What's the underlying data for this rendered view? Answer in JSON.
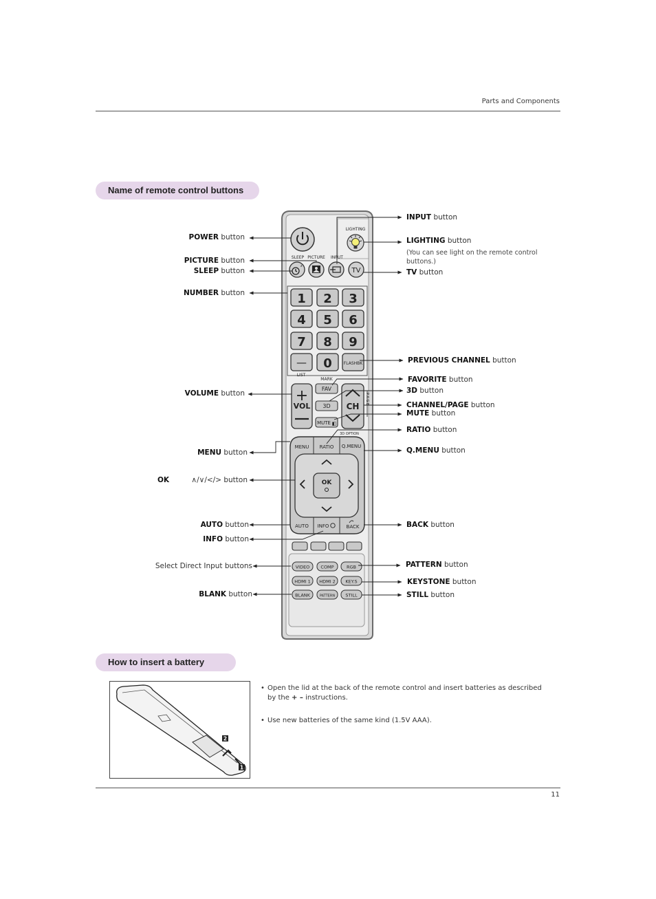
{
  "header": {
    "section": "Parts and Components",
    "page_number": "11"
  },
  "section1": {
    "title": "Name of remote control buttons"
  },
  "section2": {
    "title": "How to insert a battery"
  },
  "word_button": "button",
  "left_labels": {
    "power": "POWER",
    "picture": "PICTURE",
    "sleep": "SLEEP",
    "number": "NUMBER",
    "volume": "VOLUME",
    "menu": "MENU",
    "ok": "OK",
    "arrows": "∧/∨/</>",
    "auto": "AUTO",
    "info": "INFO",
    "blank": "BLANK",
    "select_direct": "Select Direct Input buttons"
  },
  "right_labels": {
    "input": "INPUT",
    "lighting": "LIGHTING",
    "lighting_note": "(You can see light on the remote control buttons.)",
    "tv": "TV",
    "prev_channel": "PREVIOUS CHANNEL",
    "favorite": "FAVORITE",
    "threed": "3D",
    "channel_page": "CHANNEL/PAGE",
    "mute": "MUTE",
    "ratio": "RATIO",
    "qmenu": "Q.MENU",
    "back": "BACK",
    "pattern": "PATTERN",
    "keystone": "KEYSTONE",
    "still": "STILL"
  },
  "remote": {
    "lighting": "LIGHTING",
    "sleep": "SLEEP",
    "picture": "PICTURE",
    "input": "INPUT",
    "tv": "TV",
    "digits": [
      "1",
      "2",
      "3",
      "4",
      "5",
      "6",
      "7",
      "8",
      "9"
    ],
    "zero": "0",
    "dash": "—",
    "flashbk": "FLASHBK",
    "list": "LIST",
    "mark": "MARK",
    "fav": "FAV",
    "threed": "3D",
    "mute": "MUTE",
    "vol": "VOL",
    "ch": "CH",
    "page": "P A G E",
    "three_d_option": "3D OPTION",
    "menu": "MENU",
    "ratio": "RATIO",
    "qmenu": "Q.MENU",
    "ok": "OK",
    "auto": "AUTO",
    "info": "INFO",
    "back": "BACK",
    "video": "VIDEO",
    "comp": "COMP",
    "rgb": "RGB",
    "hdmi1": "HDMI 1",
    "hdmi2": "HDMI 2",
    "keys": "KEY.S",
    "blank": "BLANK",
    "pattern": "PATTERN",
    "still": "STILL"
  },
  "battery": {
    "marker1": "1",
    "marker2": "2",
    "bullet1_a": "Open the lid at the back of the remote control and insert batteries as described",
    "bullet1_b_pre": "by the",
    "bullet1_symbols": "+ –",
    "bullet1_b_post": "instructions.",
    "bullet2": "Use new batteries of the same kind (1.5V AAA).",
    "bullet_char": "•"
  }
}
